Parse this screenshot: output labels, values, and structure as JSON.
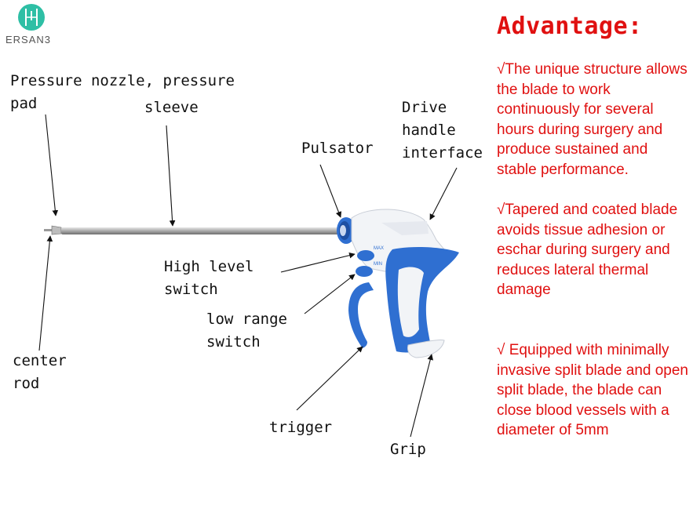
{
  "logo": {
    "text": "ERSAN3",
    "accent": "#2ebfa5"
  },
  "labels": {
    "pressure_nozzle": "Pressure nozzle, pressure\npad",
    "sleeve": "sleeve",
    "drive_handle": "Drive\nhandle\ninterface",
    "pulsator": "Pulsator",
    "high_level_switch": "High level\nswitch",
    "low_range_switch": "low range\nswitch",
    "center_rod": "center\nrod",
    "trigger": "trigger",
    "grip": "Grip"
  },
  "device_marks": {
    "max": "MAX",
    "min": "MIN"
  },
  "advantage": {
    "title": "Advantage:",
    "paragraphs": [
      "√The unique structure allows the blade to work continuously for several hours during surgery and produce sustained and stable performance.",
      "√Tapered and coated blade avoids tissue adhesion or eschar during surgery and reduces lateral thermal damage",
      "√ Equipped with minimally invasive split blade and open split blade, the blade can close blood vessels with a diameter of 5mm"
    ]
  },
  "colors": {
    "accent_red": "#e01010",
    "device_blue": "#2f6fd1",
    "device_white": "#f2f4f7"
  }
}
